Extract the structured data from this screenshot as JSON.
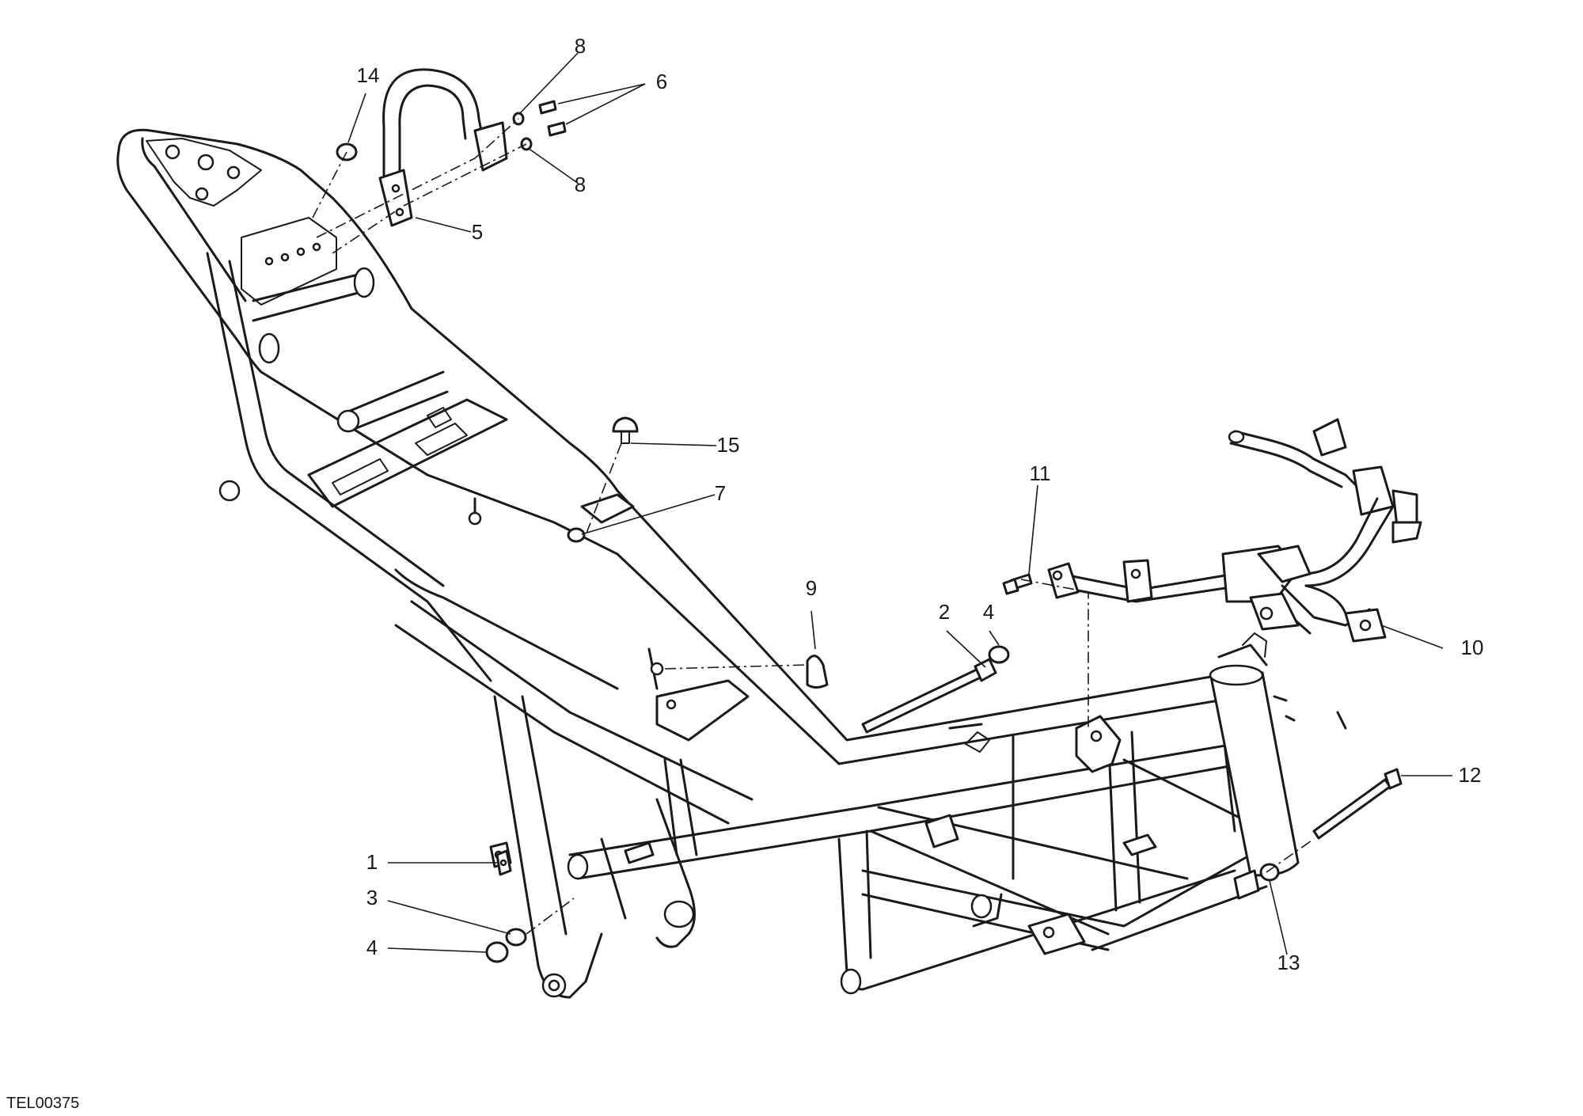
{
  "drawing_code": "TEL00375",
  "callouts": [
    {
      "label": "1"
    },
    {
      "label": "2"
    },
    {
      "label": "3"
    },
    {
      "label": "4"
    },
    {
      "label": "4"
    },
    {
      "label": "5"
    },
    {
      "label": "6"
    },
    {
      "label": "7"
    },
    {
      "label": "8"
    },
    {
      "label": "8"
    },
    {
      "label": "9"
    },
    {
      "label": "10"
    },
    {
      "label": "11"
    },
    {
      "label": "12"
    },
    {
      "label": "13"
    },
    {
      "label": "14"
    },
    {
      "label": "15"
    }
  ]
}
